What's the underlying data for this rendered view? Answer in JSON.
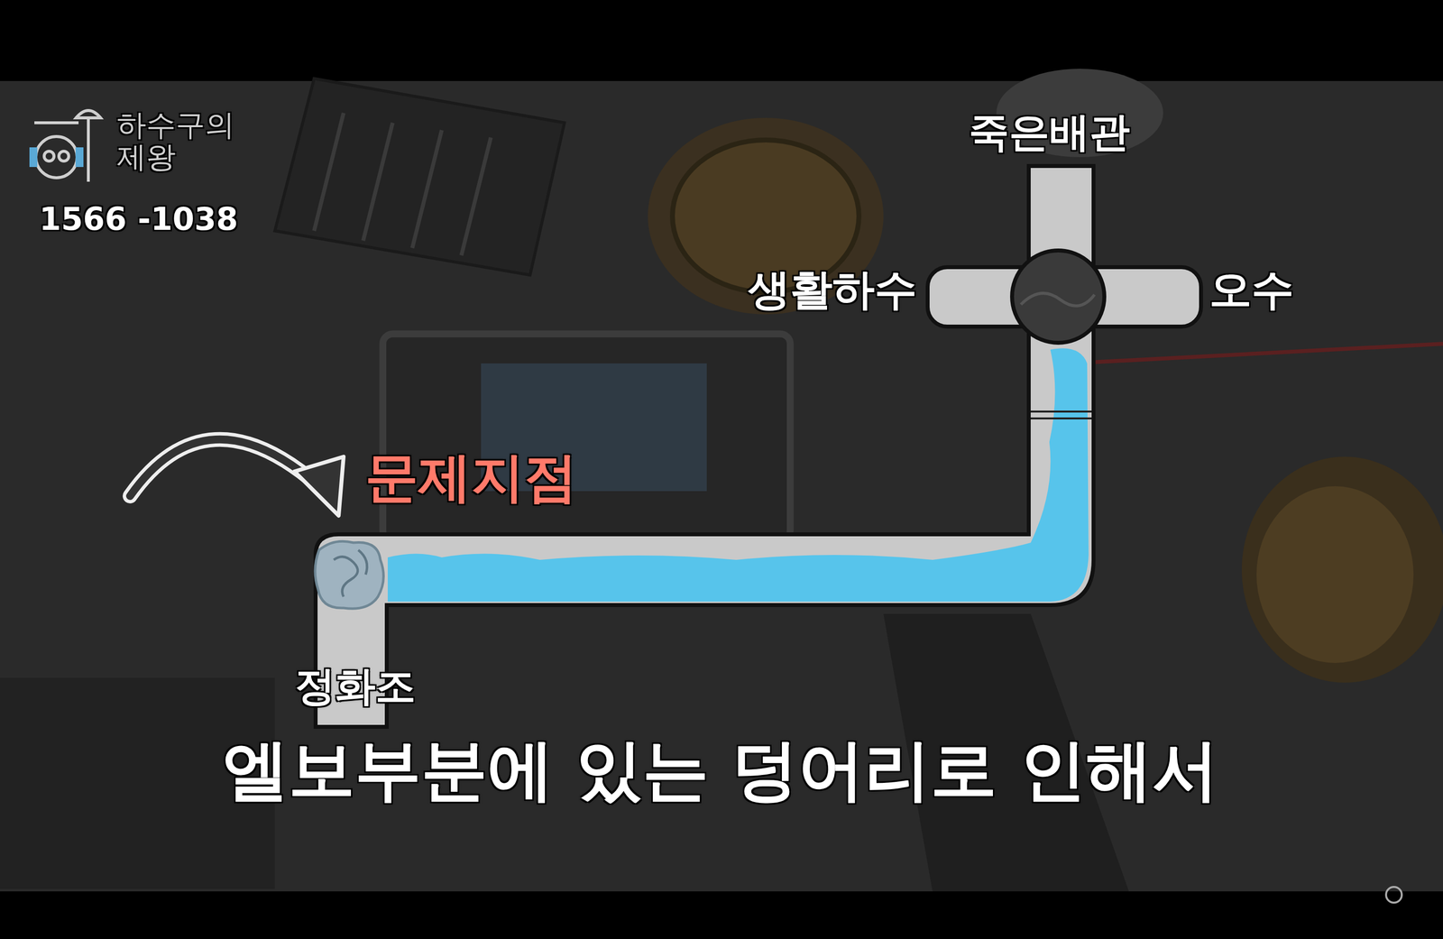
{
  "diagram": {
    "caption": "엘보부분에 있는 덩어리로 인해서",
    "labels": [
      "하수구의 제왕",
      "1566 -1038",
      "죽은배관",
      "생활하수",
      "오수",
      "문제지점",
      "정화조"
    ]
  }
}
